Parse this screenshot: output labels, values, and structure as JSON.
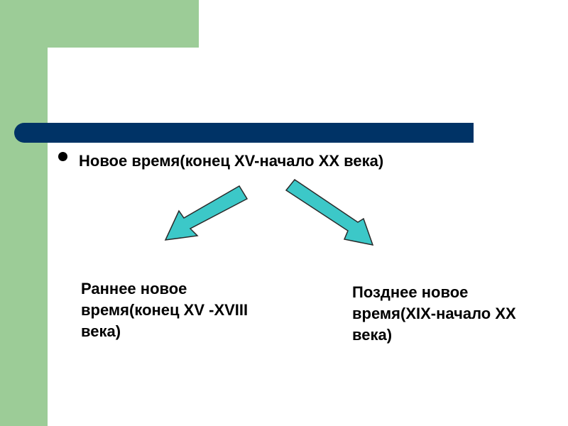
{
  "colors": {
    "green_accent": "#9ccc97",
    "title_bar": "#003366",
    "arrow_fill": "#3cc8c8",
    "arrow_stroke": "#2a2a2a"
  },
  "main": {
    "bullet_text": "Новое время(конец XV-начало XX века)"
  },
  "branches": {
    "early": {
      "lines": [
        "Раннее новое",
        "время(конец XV -XVIII",
        "века)"
      ],
      "arrow_icon": "arrow-down-left-icon"
    },
    "late": {
      "lines": [
        "Позднее новое",
        "время(XIX-начало XX",
        "века)"
      ],
      "arrow_icon": "arrow-down-right-icon"
    }
  }
}
